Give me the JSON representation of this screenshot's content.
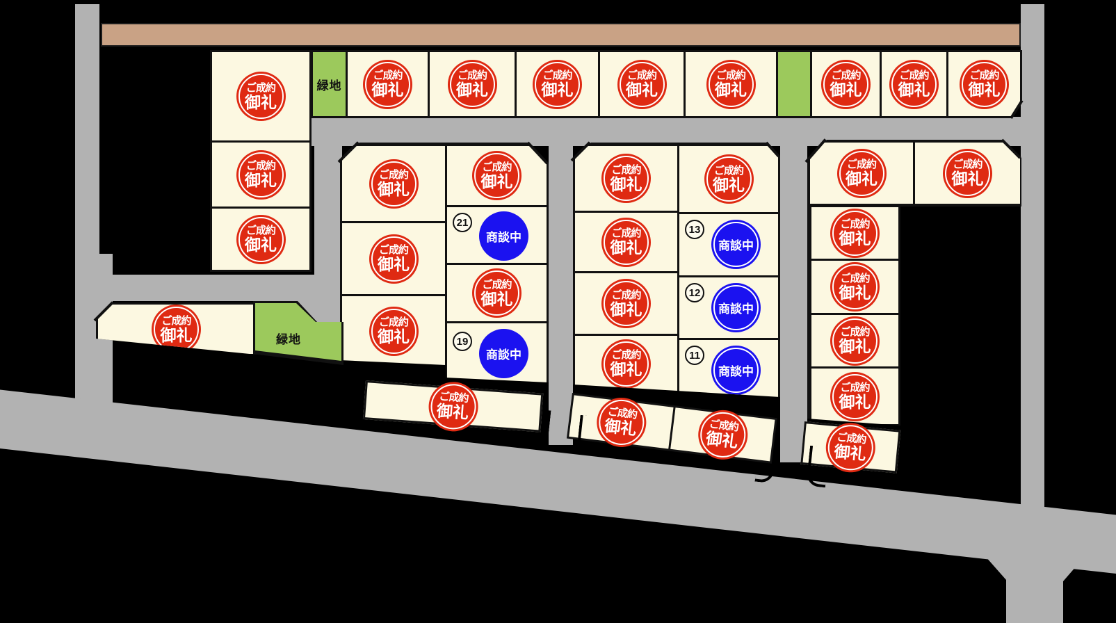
{
  "labels": {
    "sold_top": "ご成約",
    "sold_bottom": "御礼",
    "negotiating": "商談中",
    "green_space": "緑地"
  },
  "lot_numbers": {
    "n21": "21",
    "n19": "19",
    "n13": "13",
    "n12": "12",
    "n11": "11"
  },
  "colors": {
    "background": "#000000",
    "road": "#b2b2b2",
    "frontage_road": "#c9a285",
    "lot_fill": "#fcf8e1",
    "green_space": "#9cc95c",
    "sold_stamp": "#df2a12",
    "negotiating_badge": "#1b12f0",
    "outline": "#111111"
  },
  "map_stats": {
    "sold_lot_stamps": "32",
    "negotiating_lots": "5",
    "green_spaces": "3"
  }
}
